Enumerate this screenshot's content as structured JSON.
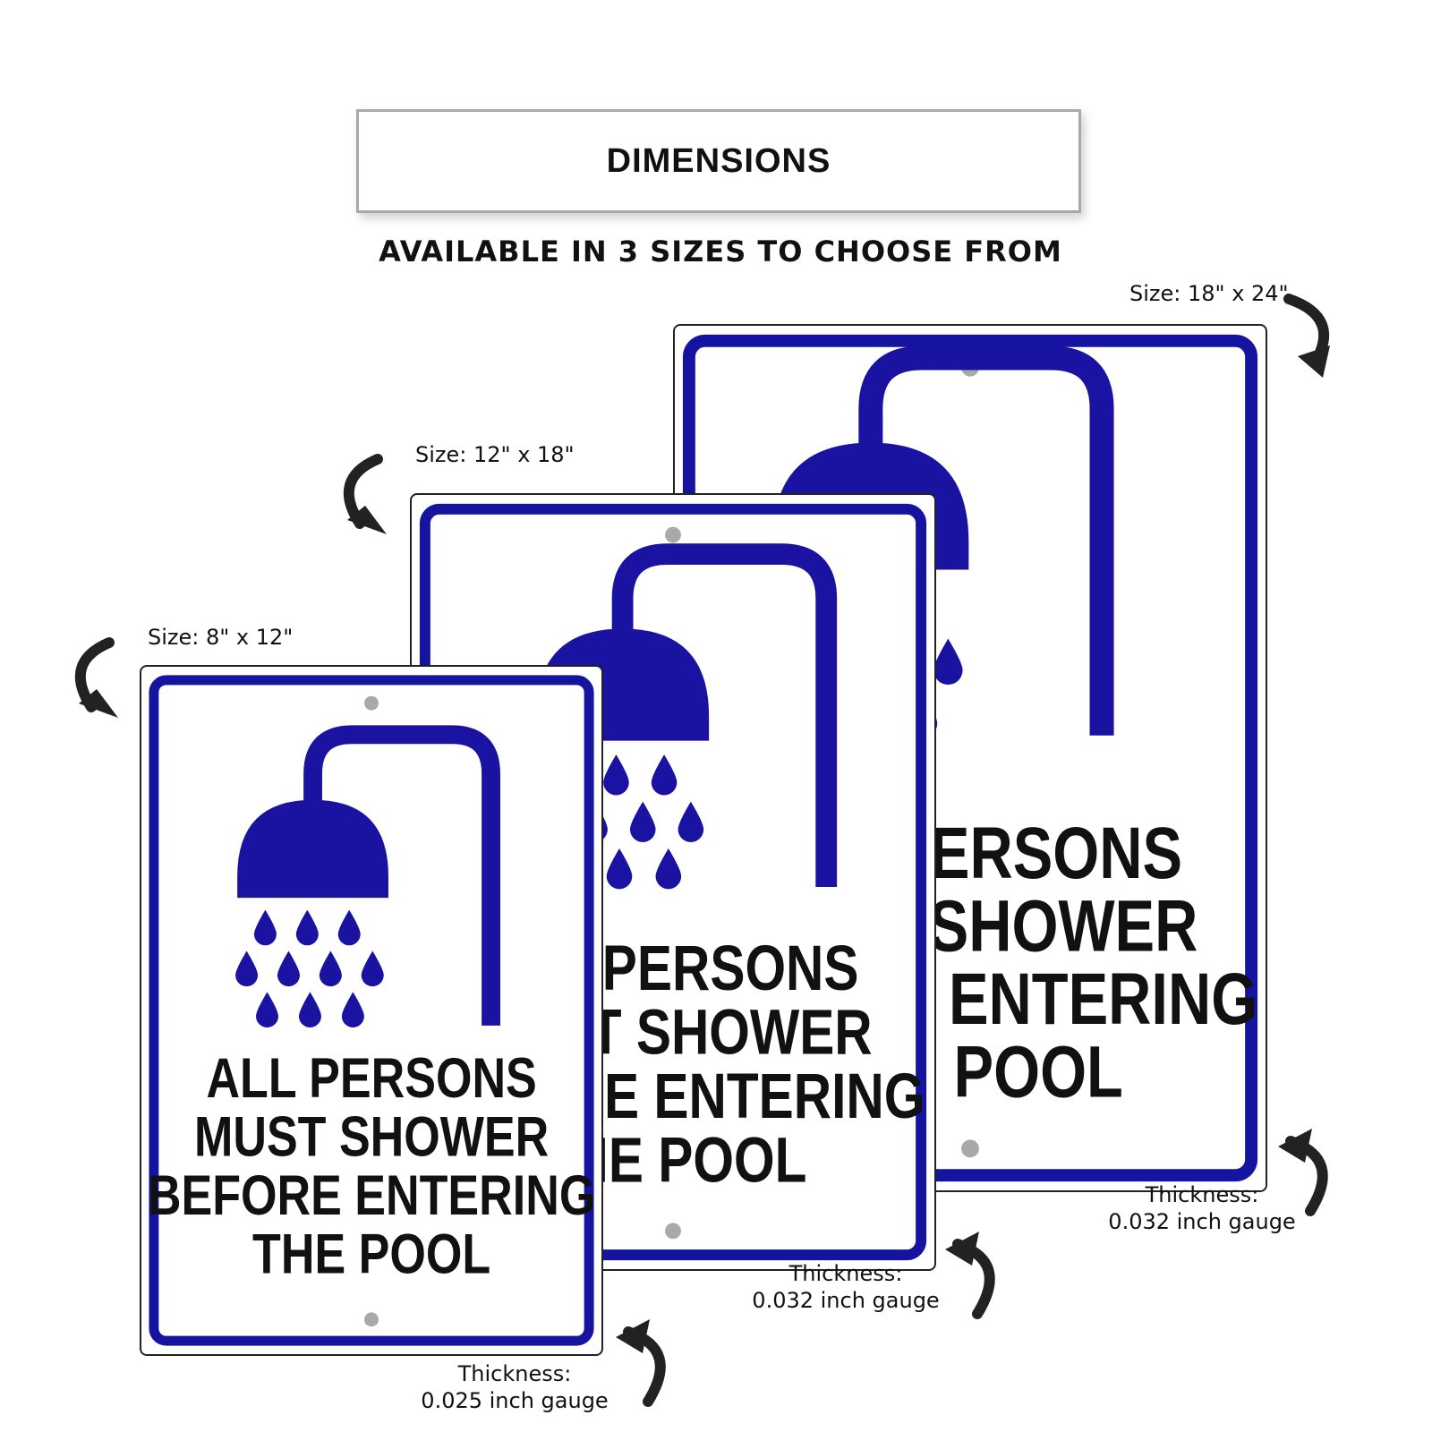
{
  "header": {
    "title": "DIMENSIONS",
    "subtitle": "AVAILABLE IN 3 SIZES TO CHOOSE FROM"
  },
  "sign_text": [
    "ALL PERSONS",
    "MUST SHOWER",
    "BEFORE ENTERING",
    "THE POOL"
  ],
  "sizes": [
    {
      "size_label": "Size: 18\" x 24\"",
      "thickness_label": "Thickness:",
      "gauge_label": "0.032 inch gauge"
    },
    {
      "size_label": "Size: 12\" x 18\"",
      "thickness_label": "Thickness:",
      "gauge_label": "0.032 inch gauge"
    },
    {
      "size_label": "Size: 8\" x 12\"",
      "thickness_label": "Thickness:",
      "gauge_label": "0.025 inch gauge"
    }
  ],
  "colors": {
    "border_blue": "#1414a0",
    "icon_blue": "#1a12a0",
    "text": "#111111"
  },
  "icons": [
    "shower-icon",
    "curved-arrow-icon"
  ]
}
